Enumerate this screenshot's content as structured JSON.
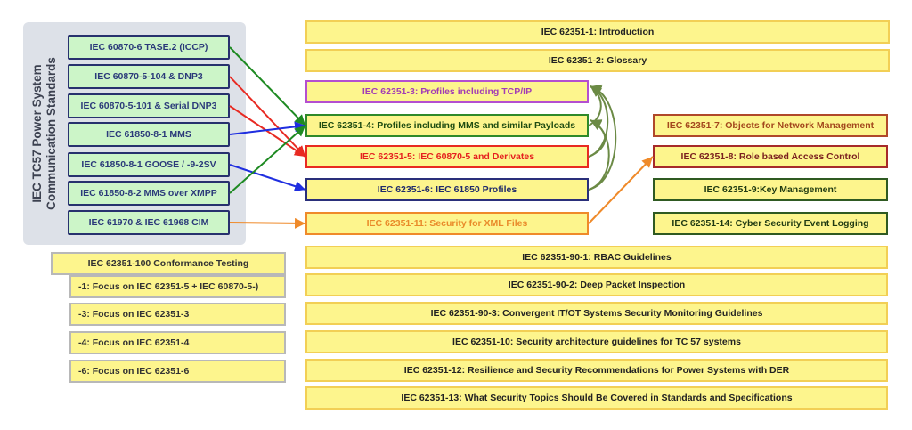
{
  "title": "IEC TC57 Power System Communication Standards",
  "title_lines": [
    "IEC TC57 Power System",
    "Communication Standards"
  ],
  "sources": [
    {
      "id": "tase2",
      "label": "IEC 60870-6 TASE.2 (ICCP)"
    },
    {
      "id": "104",
      "label": "IEC 60870-5-104 & DNP3"
    },
    {
      "id": "101",
      "label": "IEC 60870-5-101 & Serial DNP3"
    },
    {
      "id": "mms",
      "label": "IEC 61850-8-1 MMS"
    },
    {
      "id": "goose",
      "label": "IEC 61850-8-1 GOOSE / -9-2SV"
    },
    {
      "id": "xmpp",
      "label": "IEC 61850-8-2 MMS over XMPP"
    },
    {
      "id": "cim",
      "label": "IEC 61970 & IEC 61968 CIM"
    }
  ],
  "top_parts": [
    {
      "label": "IEC 62351-1: Introduction"
    },
    {
      "label": "IEC 62351-2: Glossary"
    }
  ],
  "profiles": [
    {
      "id": "p3",
      "label": "IEC 62351-3: Profiles including TCP/IP",
      "color": "#a23db5",
      "border": "#b44fd0"
    },
    {
      "id": "p4",
      "label": "IEC 62351-4: Profiles including MMS and similar Payloads",
      "color": "#1f4d12",
      "border": "#2f8a2a"
    },
    {
      "id": "p5",
      "label": "IEC 62351-5: IEC 60870-5 and Derivates",
      "color": "#e5201f",
      "border": "#e82a22"
    },
    {
      "id": "p6",
      "label": "IEC 62351-6: IEC 61850 Profiles",
      "color": "#1f2a6b",
      "border": "#2a2f7a"
    },
    {
      "id": "p11",
      "label": "IEC 62351-11: Security for XML Files",
      "color": "#e98a2a",
      "border": "#ef8a2a"
    }
  ],
  "right_parts": [
    {
      "id": "p7",
      "label": "IEC 62351-7: Objects for Network Management",
      "color": "#a3471d",
      "border": "#b0482a"
    },
    {
      "id": "p8",
      "label": "IEC 62351-8: Role based Access Control",
      "color": "#7a1f1f",
      "border": "#a62a2a"
    },
    {
      "id": "p9",
      "label": "IEC 62351-9:Key Management",
      "color": "#1f3a12",
      "border": "#2f5a22"
    },
    {
      "id": "p14",
      "label": "IEC 62351-14: Cyber Security Event Logging",
      "color": "#1f3a12",
      "border": "#2f5a22"
    }
  ],
  "bottom_parts": [
    {
      "label": "IEC 62351-90-1: RBAC Guidelines"
    },
    {
      "label": "IEC 62351-90-2: Deep Packet  Inspection"
    },
    {
      "label": "IEC 62351-90-3: Convergent IT/OT Systems Security Monitoring Guidelines"
    },
    {
      "label": "IEC 62351-10: Security architecture guidelines for TC 57 systems"
    },
    {
      "label": "IEC 62351-12: Resilience and Security Recommendations for Power Systems with DER"
    },
    {
      "label": "IEC 62351-13: What Security Topics Should Be Covered in Standards and Specifications"
    }
  ],
  "conformance": {
    "header": "IEC 62351-100 Conformance Testing",
    "items": [
      {
        "label": "-1: Focus  on IEC 62351-5 + IEC 60870-5-)"
      },
      {
        "label": "-3: Focus on IEC 62351-3"
      },
      {
        "label": "-4: Focus on IEC 62351-4"
      },
      {
        "label": "-6: Focus on IEC 62351-6"
      }
    ]
  },
  "links": [
    {
      "from": "tase2",
      "to": "p4",
      "color": "#1e8a22"
    },
    {
      "from": "104",
      "to": "p5",
      "color": "#e82a22"
    },
    {
      "from": "101",
      "to": "p5",
      "color": "#e82a22"
    },
    {
      "from": "mms",
      "to": "p4",
      "color": "#1f2ee0"
    },
    {
      "from": "goose",
      "to": "p6",
      "color": "#1f2ee0"
    },
    {
      "from": "xmpp",
      "to": "p4",
      "color": "#1e8a22"
    },
    {
      "from": "cim",
      "to": "p11",
      "color": "#ef8a2a"
    },
    {
      "from": "p11",
      "to": "p8",
      "color": "#ef8a2a"
    },
    {
      "from": "p4",
      "to": "p3",
      "color": "#6b8a45"
    },
    {
      "from": "p5",
      "to": "p3",
      "color": "#6b8a45"
    },
    {
      "from": "p6",
      "to": "p3",
      "color": "#6b8a45"
    },
    {
      "from": "p6",
      "to": "p4",
      "color": "#6b8a45"
    },
    {
      "from": "p5",
      "to": "p4",
      "color": "#6b8a45"
    }
  ]
}
